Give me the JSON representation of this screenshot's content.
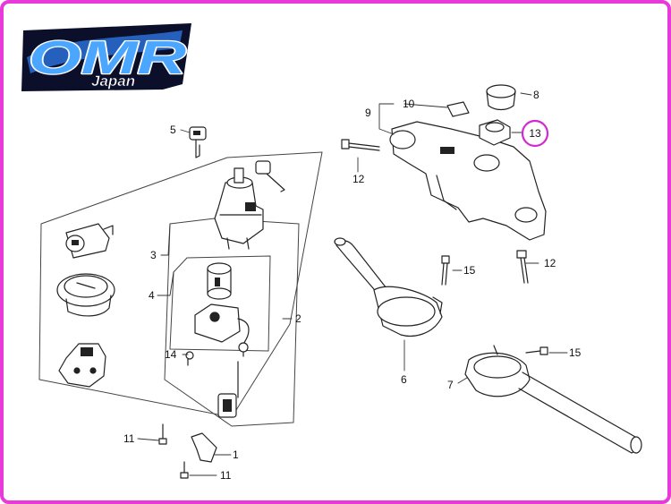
{
  "logo": {
    "brand": "OMR",
    "sub": "Japan",
    "colors": {
      "blue": "#2a6fd6",
      "dark": "#0b0f2a",
      "outline": "#ffffff"
    }
  },
  "highlight": {
    "label": "13",
    "color": "#d12bd0"
  },
  "frame_color": "#e83ad8",
  "callouts": [
    {
      "id": "c1",
      "text": "1"
    },
    {
      "id": "c2",
      "text": "2"
    },
    {
      "id": "c3",
      "text": "3"
    },
    {
      "id": "c4",
      "text": "4"
    },
    {
      "id": "c5",
      "text": "5"
    },
    {
      "id": "c6",
      "text": "6"
    },
    {
      "id": "c7",
      "text": "7"
    },
    {
      "id": "c8",
      "text": "8"
    },
    {
      "id": "c9",
      "text": "9"
    },
    {
      "id": "c10",
      "text": "10"
    },
    {
      "id": "c11a",
      "text": "11"
    },
    {
      "id": "c11b",
      "text": "11"
    },
    {
      "id": "c12a",
      "text": "12"
    },
    {
      "id": "c12b",
      "text": "12"
    },
    {
      "id": "c14",
      "text": "14"
    },
    {
      "id": "c15a",
      "text": "15"
    },
    {
      "id": "c15b",
      "text": "15"
    }
  ]
}
